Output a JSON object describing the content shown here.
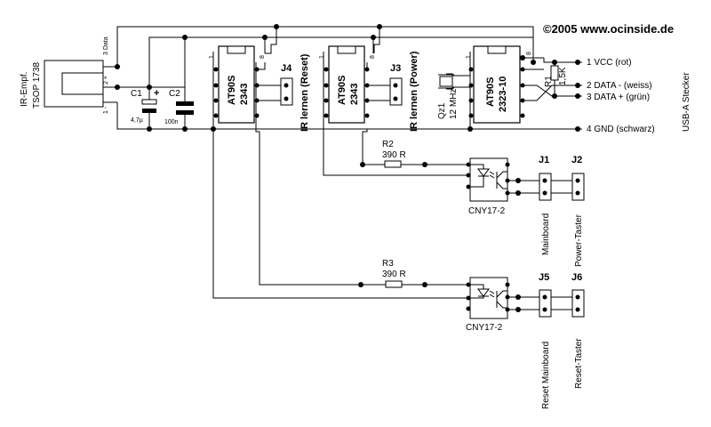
{
  "copyright": "©2005 www.ocinside.de",
  "ir_receiver": {
    "line1": "IR-Empf.",
    "line2": "TSOP 1738",
    "pin3": "3 Data",
    "pin2": "2 +",
    "pin1": "1 -"
  },
  "c1": {
    "name": "C1",
    "value": "4,7µ",
    "plus": "+"
  },
  "c2": {
    "name": "C2",
    "value": "100n"
  },
  "chip1": {
    "line1": "AT90S",
    "line2": "2343",
    "pin1": "1",
    "pin8": "8"
  },
  "chip2": {
    "line1": "AT90S",
    "line2": "2343",
    "pin1": "1",
    "pin8": "8"
  },
  "chip3": {
    "line1": "AT90S",
    "line2": "2323-10",
    "pin1": "1",
    "pin8": "8"
  },
  "j4": {
    "name": "J4",
    "label": "IR lernen (Reset)"
  },
  "j3": {
    "name": "J3",
    "label": "IR lernen (Power)"
  },
  "qz1": {
    "name": "Qz1",
    "value": "12 MHz"
  },
  "r1": {
    "name": "R1",
    "value": "1,5K"
  },
  "usb": {
    "title": "USB-A Stecker",
    "pins": [
      "1 VCC        (rot)",
      "2 DATA - (weiss)",
      "3 DATA + (grün)",
      "4 GND (schwarz)"
    ]
  },
  "r2": {
    "name": "R2",
    "value": "390 R"
  },
  "r3": {
    "name": "R3",
    "value": "390 R"
  },
  "opto1": {
    "name": "CNY17-2"
  },
  "opto2": {
    "name": "CNY17-2"
  },
  "j1": {
    "name": "J1",
    "label": "Mainboard"
  },
  "j2": {
    "name": "J2",
    "label": "Power-Taster"
  },
  "j5": {
    "name": "J5",
    "label": "Reset Mainboard"
  },
  "j6": {
    "name": "J6",
    "label": "Reset-Taster"
  }
}
